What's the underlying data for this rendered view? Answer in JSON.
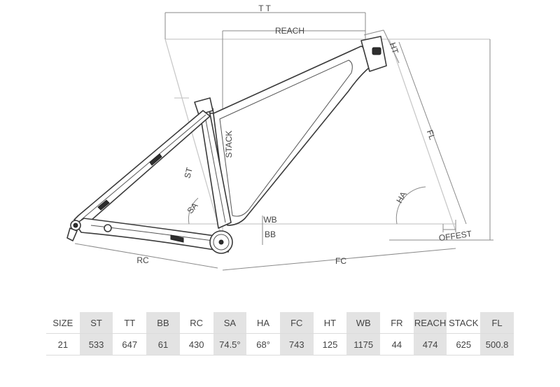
{
  "diagram": {
    "labels": {
      "tt": "T T",
      "reach": "REACH",
      "ht": "HT",
      "stack": "STACK",
      "fl": "FL",
      "st": "ST",
      "sa": "SA",
      "ha": "HA",
      "wb": "WB",
      "bb": "BB",
      "rc": "RC",
      "fc": "FC",
      "offset": "OFFEST"
    }
  },
  "spec_table": {
    "headers": [
      "SIZE",
      "ST",
      "TT",
      "BB",
      "RC",
      "SA",
      "HA",
      "FC",
      "HT",
      "WB",
      "FR",
      "REACH",
      "STACK",
      "FL"
    ],
    "values": [
      "21",
      "533",
      "647",
      "61",
      "430",
      "74.5°",
      "68°",
      "743",
      "125",
      "1175",
      "44",
      "474",
      "625",
      "500.8"
    ]
  }
}
